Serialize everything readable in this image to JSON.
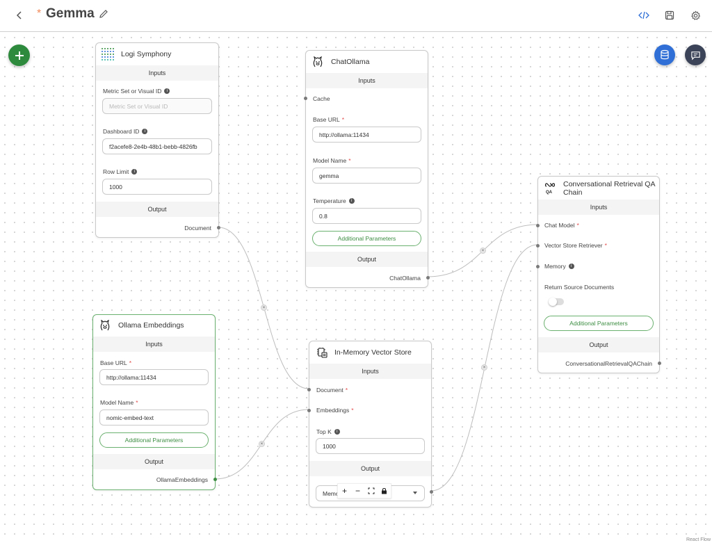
{
  "app": {
    "flow_name": "Gemma",
    "unsaved_marker": "*"
  },
  "toolbar": {
    "icons": [
      "back-chevron",
      "edit-pencil",
      "code-brackets",
      "save-disk",
      "settings-gear"
    ]
  },
  "nodes": {
    "logi": {
      "title": "Logi Symphony",
      "inputs_label": "Inputs",
      "metric_label": "Metric Set or Visual ID",
      "metric_placeholder": "Metric Set or Visual ID",
      "dashboard_label": "Dashboard ID",
      "dashboard_value": "f2acefe8-2e4b-48b1-bebb-4826fb",
      "rowlimit_label": "Row Limit",
      "rowlimit_value": "1000",
      "output_label": "Output",
      "output_value": "Document"
    },
    "chatollama": {
      "title": "ChatOllama",
      "inputs_label": "Inputs",
      "cache_label": "Cache",
      "baseurl_label": "Base URL",
      "baseurl_value": "http://ollama:11434",
      "model_label": "Model Name",
      "model_value": "gemma",
      "temp_label": "Temperature",
      "temp_value": "0.8",
      "additional_label": "Additional Parameters",
      "output_label": "Output",
      "output_value": "ChatOllama"
    },
    "embeddings": {
      "title": "Ollama Embeddings",
      "inputs_label": "Inputs",
      "baseurl_label": "Base URL",
      "baseurl_value": "http://ollama:11434",
      "model_label": "Model Name",
      "model_value": "nomic-embed-text",
      "additional_label": "Additional Parameters",
      "output_label": "Output",
      "output_value": "OllamaEmbeddings"
    },
    "vectorstore": {
      "title": "In-Memory Vector Store",
      "inputs_label": "Inputs",
      "document_label": "Document",
      "embeddings_label": "Embeddings",
      "topk_label": "Top K",
      "topk_value": "1000",
      "output_label": "Output",
      "output_select": "Memory Retriever"
    },
    "qa": {
      "title_line1": "Conversational Retrieval QA",
      "title_line2": "Chain",
      "inputs_label": "Inputs",
      "chatmodel_label": "Chat Model",
      "retriever_label": "Vector Store Retriever",
      "memory_label": "Memory",
      "returnsrc_label": "Return Source Documents",
      "returnsrc_on": false,
      "additional_label": "Additional Parameters",
      "output_label": "Output",
      "output_value": "ConversationalRetrievalQAChain"
    }
  },
  "canvas_controls": {
    "zoom_in": "+",
    "zoom_out": "−"
  },
  "attribution": "React Flow",
  "colors": {
    "accent_blue": "#2f6fd6",
    "fab_green": "#2e8b3e",
    "chat_fab": "#3a4358",
    "required": "#e34a4a",
    "unsaved": "#f28b5b",
    "additional_green": "#3d8e43"
  }
}
